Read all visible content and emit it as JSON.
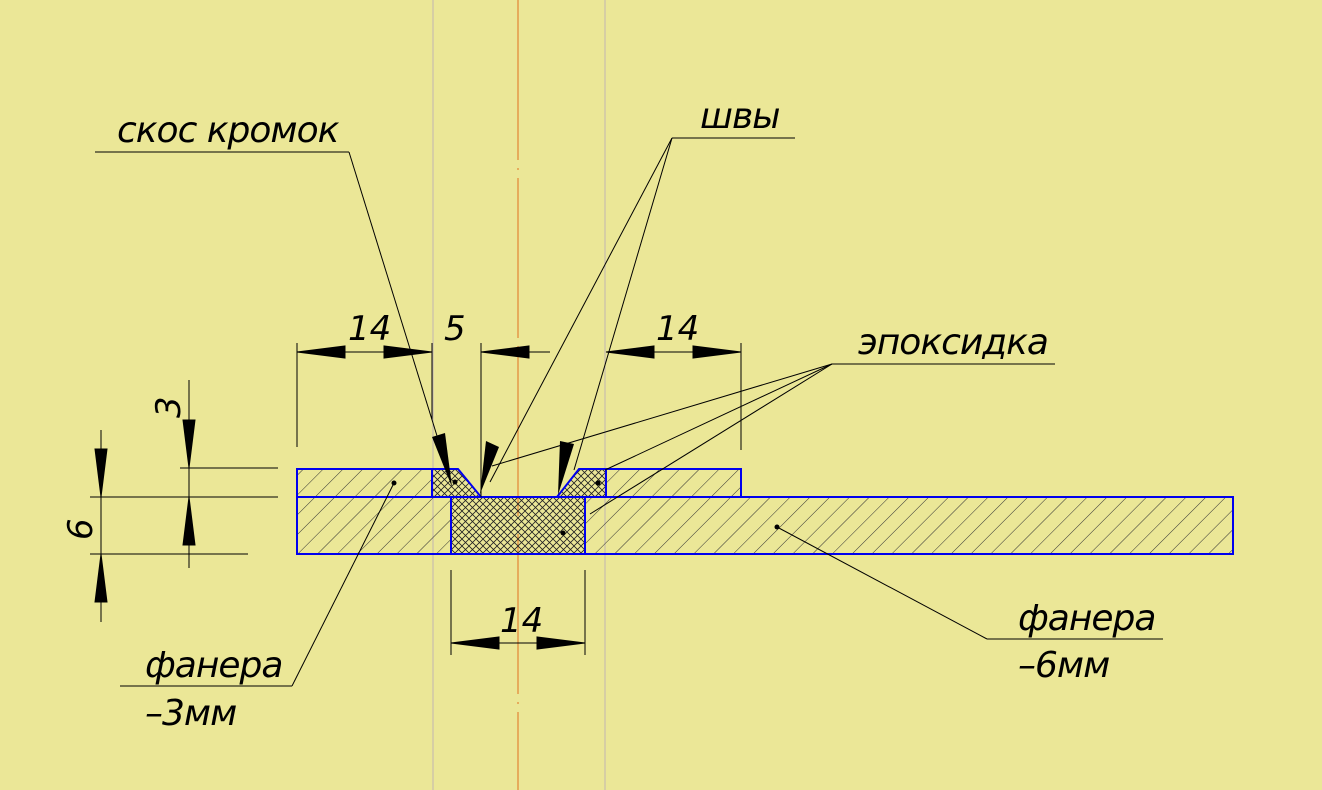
{
  "labels": {
    "bevel": "скос кромок",
    "seams": "швы",
    "epoxy": "эпоксидка",
    "plywood_thin_line1": "фанера",
    "plywood_thin_line2": "–3мм",
    "plywood_thick_line1": "фанера",
    "plywood_thick_line2": "–6мм"
  },
  "dimensions": {
    "top_left_width": "14",
    "gap_width": "5",
    "top_right_width": "14",
    "insert_width": "14",
    "top_layer_thickness": "3",
    "total_thickness": "6"
  },
  "colors": {
    "background": "#ebe797",
    "part_outline": "#0000ee",
    "hatch": "#333333",
    "axis_line": "#e07020",
    "construction_line": "#c0b6b0",
    "leader": "#000000"
  }
}
